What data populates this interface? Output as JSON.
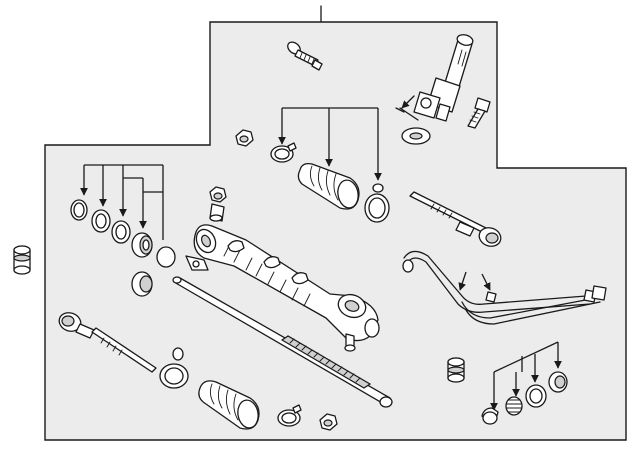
{
  "diagram": {
    "colors": {
      "background": "#ffffff",
      "panel": "#ececec",
      "line": "#1a1a1a",
      "shade": "#d0d0d0"
    },
    "parts": [
      {
        "id": "mount-bolt",
        "icon": "bolt-icon"
      },
      {
        "id": "intermediate-shaft",
        "icon": "shaft-icon"
      },
      {
        "id": "shaft-washer",
        "icon": "washer-icon"
      },
      {
        "id": "pinion-bolt",
        "icon": "bolt-icon"
      },
      {
        "id": "boot-clamp-small",
        "icon": "clamp-icon"
      },
      {
        "id": "bellows-boot-upper",
        "icon": "boot-icon"
      },
      {
        "id": "boot-clamp-large",
        "icon": "clamp-icon"
      },
      {
        "id": "adjuster-nut",
        "icon": "nut-icon"
      },
      {
        "id": "seal-kit-ring-1",
        "icon": "o-ring-icon"
      },
      {
        "id": "seal-kit-ring-2",
        "icon": "o-ring-icon"
      },
      {
        "id": "seal-kit-ring-3",
        "icon": "o-ring-icon"
      },
      {
        "id": "seal-kit-bushing",
        "icon": "bushing-icon"
      },
      {
        "id": "seal-kit-o-ring",
        "icon": "o-ring-icon"
      },
      {
        "id": "mount-grommet",
        "icon": "grommet-icon"
      },
      {
        "id": "left-bushing",
        "icon": "bushing-icon"
      },
      {
        "id": "rack-housing",
        "icon": "rack-housing-icon"
      },
      {
        "id": "rack-bar",
        "icon": "rack-bar-icon"
      },
      {
        "id": "inner-tie-rod-right",
        "icon": "tie-rod-icon"
      },
      {
        "id": "inner-tie-rod-left",
        "icon": "tie-rod-icon"
      },
      {
        "id": "pressure-lines",
        "icon": "hydraulic-line-icon"
      },
      {
        "id": "bellows-boot-lower",
        "icon": "boot-icon"
      },
      {
        "id": "lower-clamp-small",
        "icon": "clamp-icon"
      },
      {
        "id": "lower-clamp-large",
        "icon": "clamp-icon"
      },
      {
        "id": "lower-nut",
        "icon": "nut-icon"
      },
      {
        "id": "outer-grommet",
        "icon": "grommet-icon"
      },
      {
        "id": "pinion-seal-kit",
        "icon": "seal-icon"
      }
    ]
  }
}
